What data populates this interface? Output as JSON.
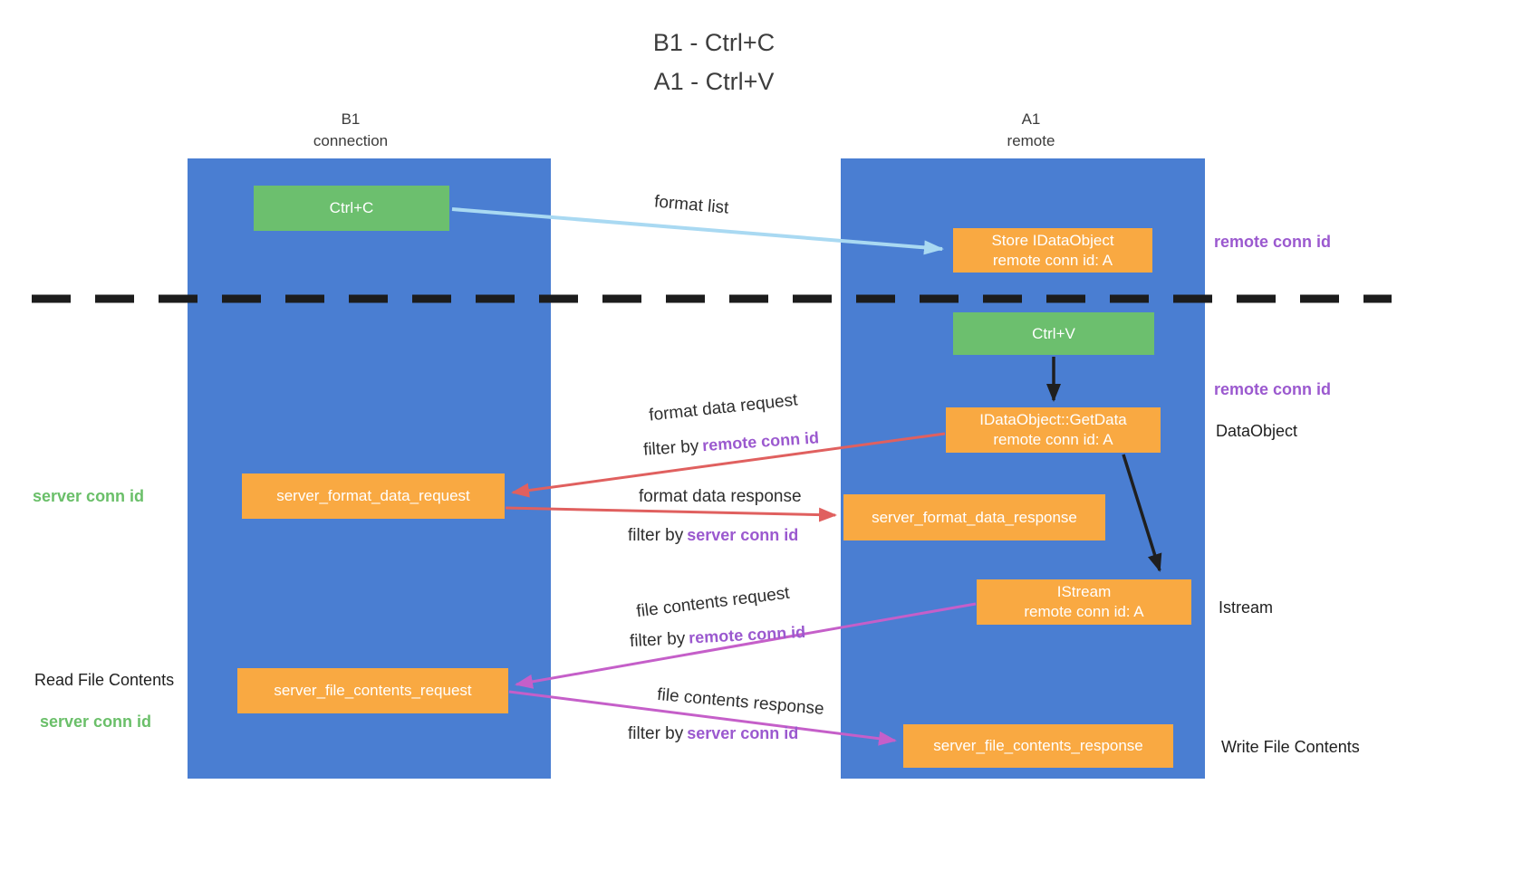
{
  "title": {
    "line1": "B1 - Ctrl+C",
    "line2": "A1 - Ctrl+V"
  },
  "lanes": {
    "left": {
      "name": "B1",
      "subtitle": "connection"
    },
    "right": {
      "name": "A1",
      "subtitle": "remote"
    }
  },
  "nodes": {
    "ctrl_c": {
      "label": "Ctrl+C"
    },
    "ctrl_v": {
      "label": "Ctrl+V"
    },
    "store_idataobject": {
      "line1": "Store IDataObject",
      "line2": "remote conn id: A"
    },
    "getdata": {
      "line1": "IDataObject::GetData",
      "line2": "remote conn id: A"
    },
    "istream": {
      "line1": "IStream",
      "line2": "remote conn id: A"
    },
    "server_format_data_request": {
      "label": "server_format_data_request"
    },
    "server_format_data_response": {
      "label": "server_format_data_response"
    },
    "server_file_contents_request": {
      "label": "server_file_contents_request"
    },
    "server_file_contents_response": {
      "label": "server_file_contents_response"
    }
  },
  "arrow_labels": {
    "format_list": "format list",
    "format_data_request": "format data request",
    "format_data_response": "format data response",
    "file_contents_request": "file contents request",
    "file_contents_response": "file contents response",
    "filter_by": "filter by",
    "remote_conn_id": "remote conn id",
    "server_conn_id": "server conn id"
  },
  "side_labels": {
    "remote_conn_id_top": "remote conn id",
    "remote_conn_id_mid": "remote conn id",
    "dataobject": "DataObject",
    "istream": "Istream",
    "write_file_contents": "Write File Contents",
    "read_file_contents": "Read File Contents",
    "server_conn_id_top": "server conn id",
    "server_conn_id_bottom": "server conn id"
  },
  "colors": {
    "lane_blue": "#4a7ed2",
    "box_green": "#6cbf6e",
    "box_orange": "#f9a942",
    "arrow_light_blue": "#a9d9f2",
    "arrow_red": "#e0605f",
    "arrow_magenta": "#c55fc9",
    "arrow_black": "#1f1f1f",
    "text_purple": "#9b59cf",
    "text_green": "#6abf69"
  }
}
